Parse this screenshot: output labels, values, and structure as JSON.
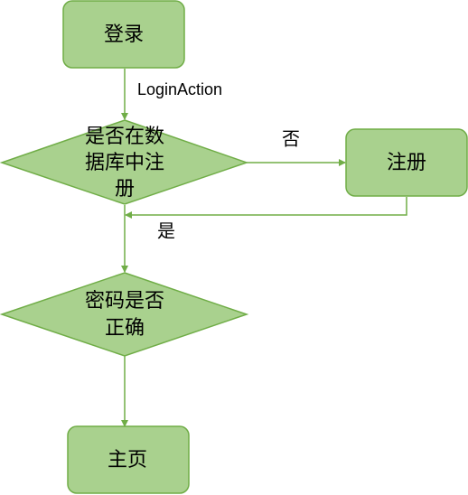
{
  "nodes": {
    "login": {
      "label": "登录"
    },
    "check_registered": {
      "lines": [
        "是否在数",
        "据库中注",
        "册"
      ]
    },
    "register": {
      "label": "注册"
    },
    "check_password": {
      "lines": [
        "密码是否",
        "正确"
      ]
    },
    "home": {
      "label": "主页"
    }
  },
  "edges": {
    "login_to_check": {
      "label": "LoginAction"
    },
    "check_no": {
      "label": "否"
    },
    "check_yes": {
      "label": "是"
    }
  },
  "colors": {
    "node_fill": "#a9d18e",
    "node_stroke": "#70ad47",
    "edge": "#70ad47"
  }
}
